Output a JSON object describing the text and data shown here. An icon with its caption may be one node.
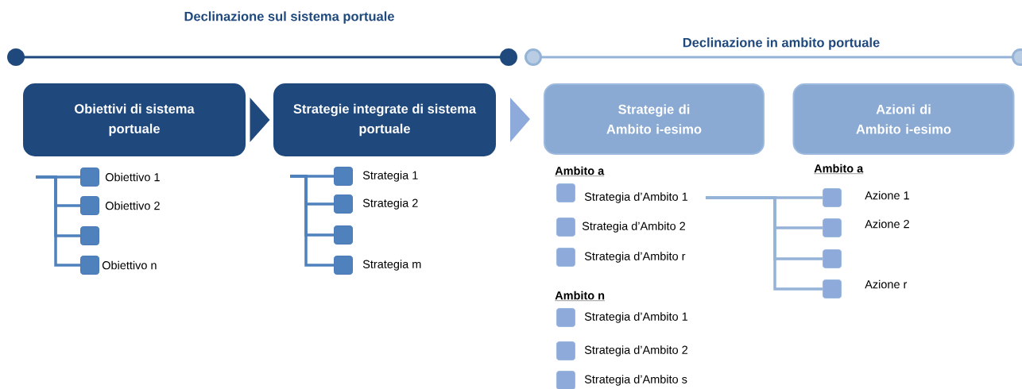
{
  "diagram": {
    "nodes": [
      {
        "text": [
          "Obiettivi di sistema portuale"
        ]
      },
      {
        "text": [
          "Strategie integrate di sistema portuale"
        ]
      },
      {
        "text": [
          "Strategie di Ambito i-esimo"
        ]
      },
      {
        "text": [
          "Azioni di Ambito i-esimo"
        ]
      },
      {
        "text": [],
        "shape": "box",
        "beside": [
          "Obiettivo 1"
        ]
      },
      {
        "text": [],
        "shape": "box",
        "beside": [
          "Obiettivo 2"
        ]
      },
      {
        "text": [],
        "shape": "box"
      },
      {
        "text": [],
        "shape": "box",
        "beside": [
          "Obiettivo  n"
        ]
      },
      {
        "text": [],
        "shape": "box",
        "beside": [
          "Strategia 1"
        ]
      },
      {
        "text": [],
        "shape": "box",
        "beside": [
          "Strategia 2"
        ]
      },
      {
        "text": [],
        "shape": "box"
      },
      {
        "text": [],
        "shape": "box",
        "beside": [
          "Strategia m"
        ]
      },
      {
        "text": [],
        "shape": "box",
        "beside": [
          "Strategia d’Ambito 1"
        ]
      },
      {
        "text": [],
        "shape": "box",
        "beside": [
          "Strategia d’Ambito 2"
        ]
      },
      {
        "text": [],
        "shape": "box",
        "beside": [
          "Strategia d’Ambito r"
        ]
      },
      {
        "text": [],
        "shape": "box",
        "beside": [
          "Strategia d’Ambito 1"
        ]
      },
      {
        "text": [],
        "shape": "box",
        "beside": [
          "Strategia d’Ambito 2"
        ]
      },
      {
        "text": [],
        "shape": "box",
        "beside": [
          "Strategia d’Ambito s"
        ]
      },
      {
        "text": [],
        "shape": "box",
        "beside": [
          "Azione 1"
        ]
      },
      {
        "text": [],
        "shape": "box",
        "beside": [
          "Azione 2"
        ]
      },
      {
        "text": [],
        "shape": "box"
      },
      {
        "text": [],
        "shape": "box",
        "beside": [
          "Azione r"
        ]
      }
    ],
    "edges": [
      {
        "from": 0,
        "to": 1,
        "arrow": "to"
      },
      {
        "from": 1,
        "to": 2,
        "arrow": "to",
        "color": "#8eaadb"
      },
      {
        "from": null,
        "to": 4,
        "arrow": "none"
      },
      {
        "from": null,
        "to": 5,
        "arrow": "none"
      },
      {
        "from": null,
        "to": 6,
        "arrow": "none"
      },
      {
        "from": null,
        "to": 7,
        "arrow": "none"
      },
      {
        "from": null,
        "to": 8,
        "arrow": "none"
      },
      {
        "from": null,
        "to": 9,
        "arrow": "none"
      },
      {
        "from": null,
        "to": 10,
        "arrow": "none"
      },
      {
        "from": null,
        "to": 11,
        "arrow": "none"
      },
      {
        "from": 12,
        "to": 18,
        "arrow": "none",
        "color": "#95b3d7"
      },
      {
        "from": 12,
        "to": 19,
        "arrow": "none",
        "color": "#95b3d7"
      },
      {
        "from": 12,
        "to": 20,
        "arrow": "none",
        "color": "#95b3d7"
      },
      {
        "from": 12,
        "to": 21,
        "arrow": "none",
        "color": "#95b3d7"
      }
    ],
    "labels": [
      "Declinazione sul sistema portuale",
      "Declinazione in ambito portuale",
      "Ambito a",
      "Ambito n",
      "Ambito a"
    ]
  }
}
